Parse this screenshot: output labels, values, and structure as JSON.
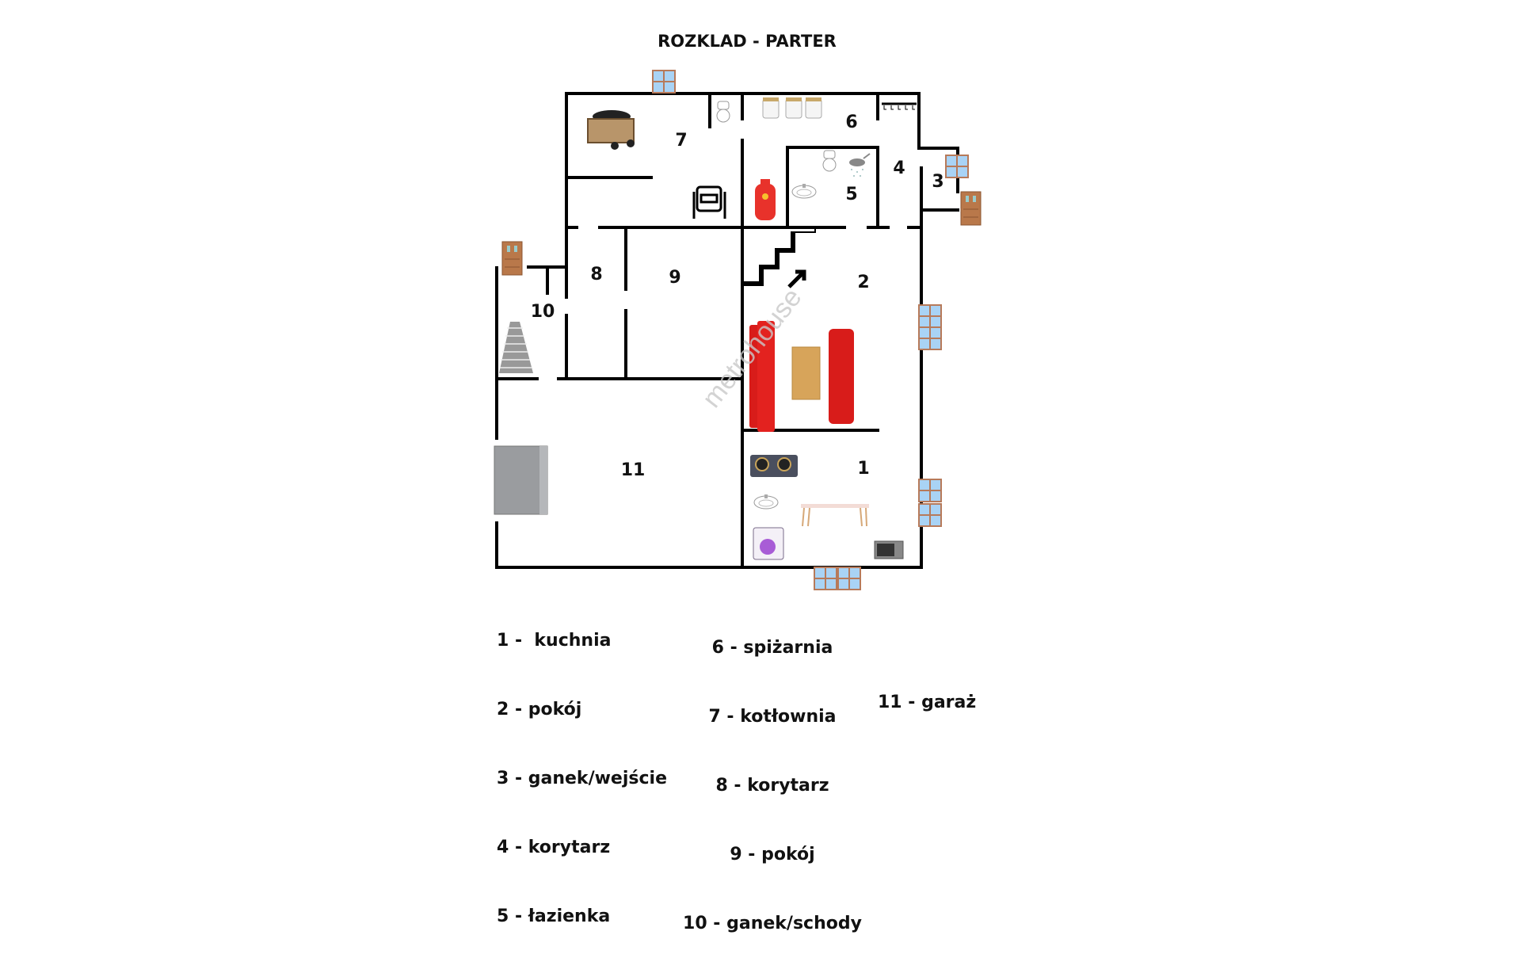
{
  "title": "ROZKLAD - PARTER",
  "watermark": "metrohouse",
  "rooms": {
    "r1": "1",
    "r2": "2",
    "r3": "3",
    "r4": "4",
    "r5": "5",
    "r6": "6",
    "r7": "7",
    "r8": "8",
    "r9": "9",
    "r10": "10",
    "r11": "11"
  },
  "legend": {
    "col1": [
      "1 -  kuchnia",
      "2 - pokój",
      "3 - ganek/wejście",
      "4 - korytarz",
      "5 - łazienka"
    ],
    "col2": [
      "6 - spiżarnia",
      "7 - kotłownia",
      "8 - korytarz",
      "9 - pokój",
      "10 - ganek/schody"
    ],
    "col3": [
      "11 - garaż"
    ]
  },
  "colors": {
    "wall": "#000000",
    "sofa": "#e0201e",
    "window": "#9ccbf0",
    "door": "#b9784a"
  }
}
